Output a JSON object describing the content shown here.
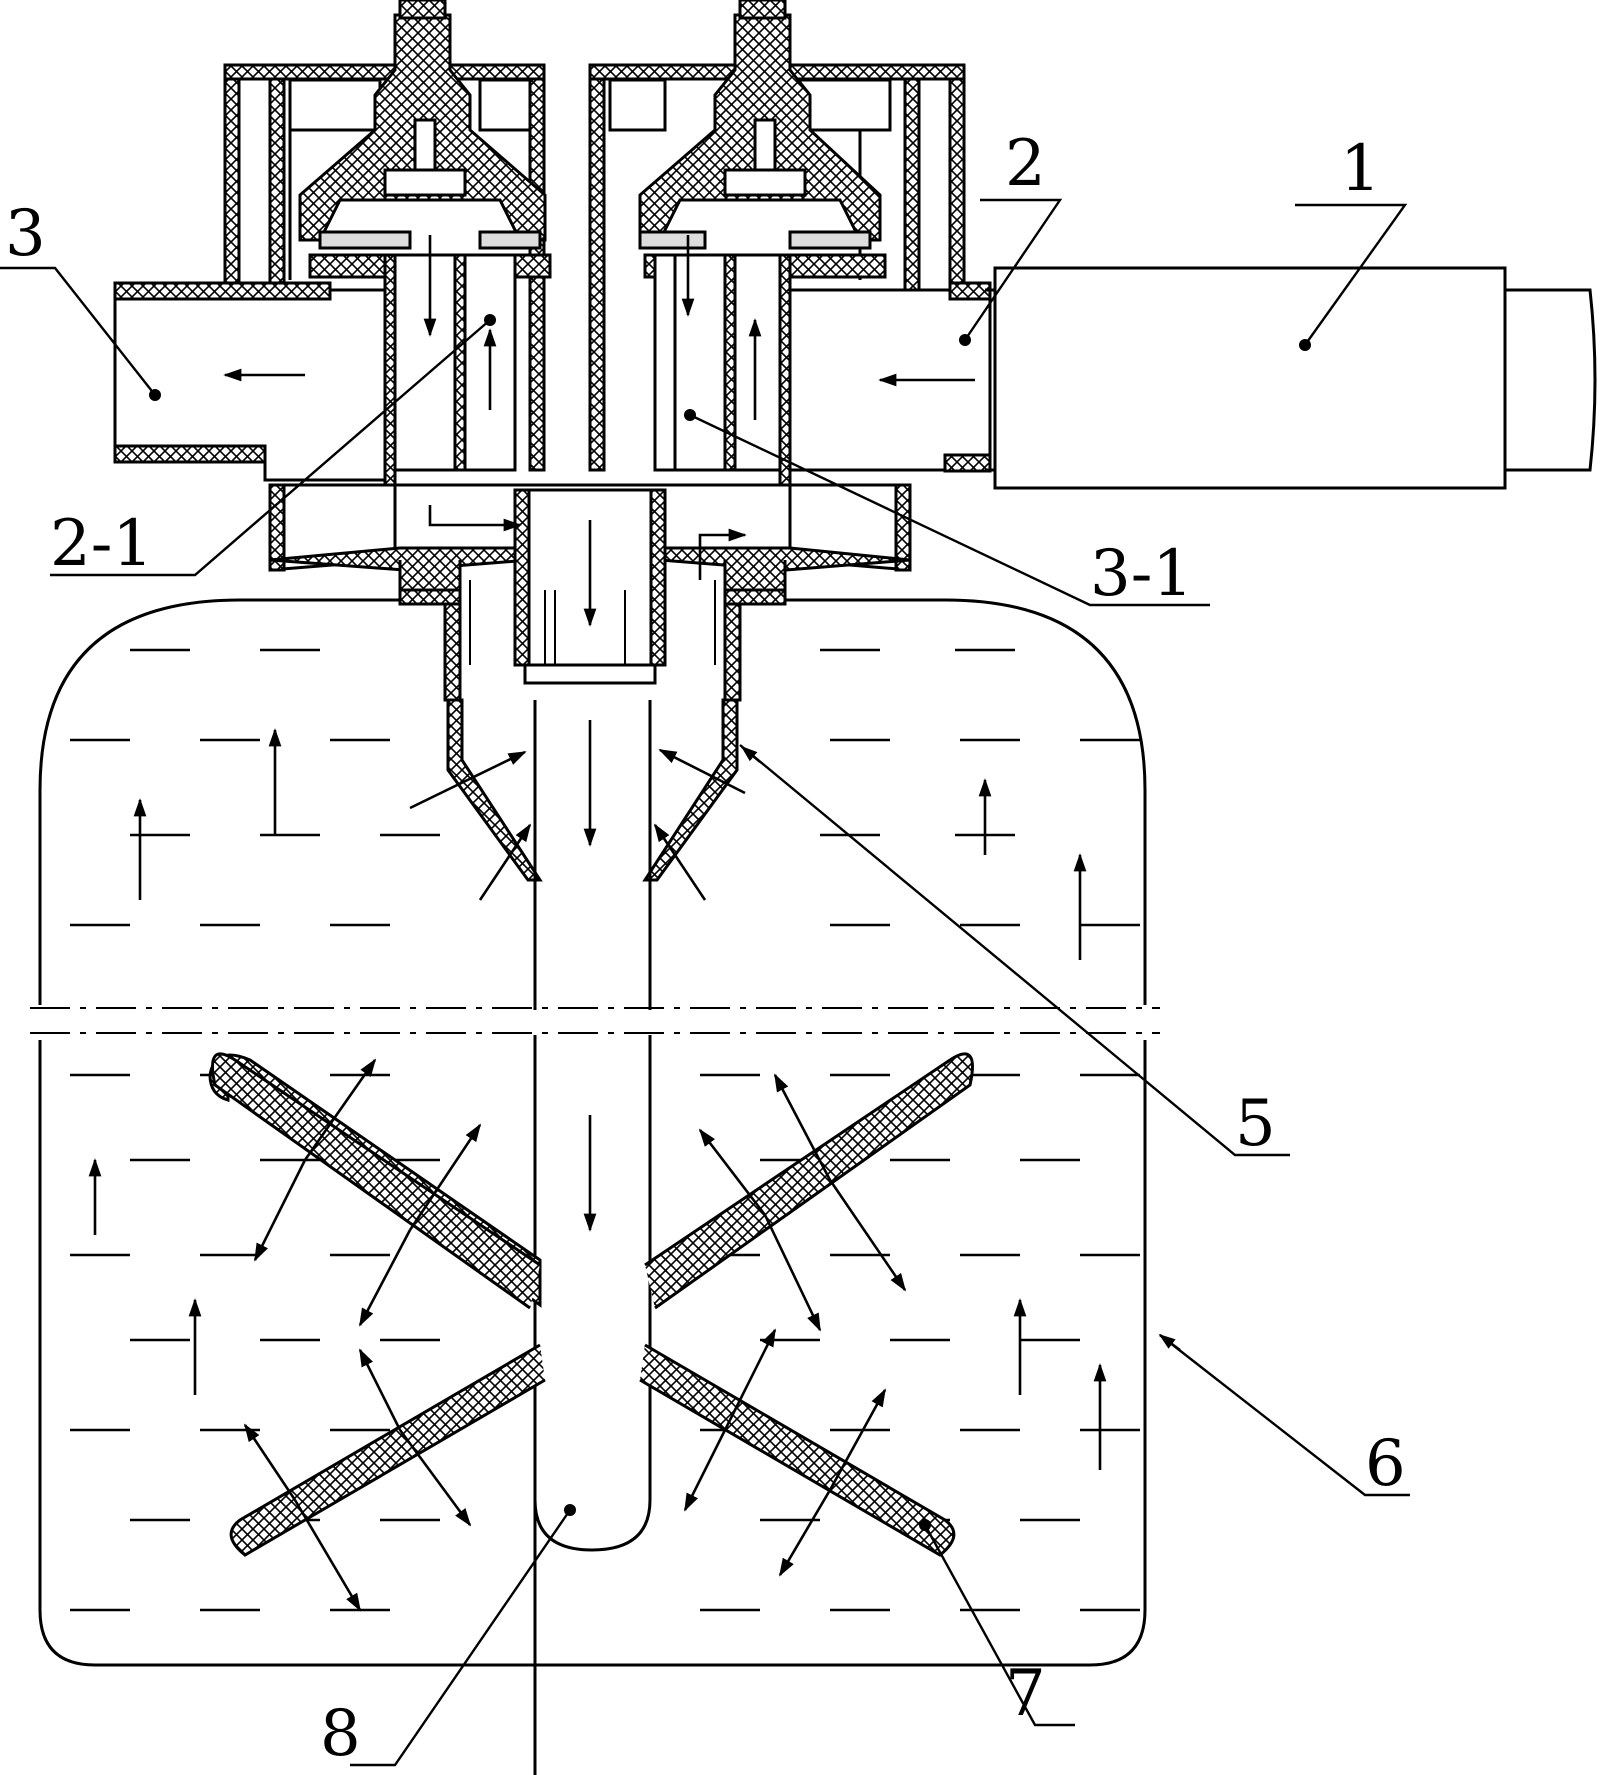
{
  "labels": {
    "l1": "1",
    "l2": "2",
    "l2_1": "2-1",
    "l3": "3",
    "l3_1": "3-1",
    "l5": "5",
    "l6": "6",
    "l7": "7",
    "l8": "8"
  },
  "colors": {
    "line": "#000000",
    "background": "#ffffff"
  }
}
